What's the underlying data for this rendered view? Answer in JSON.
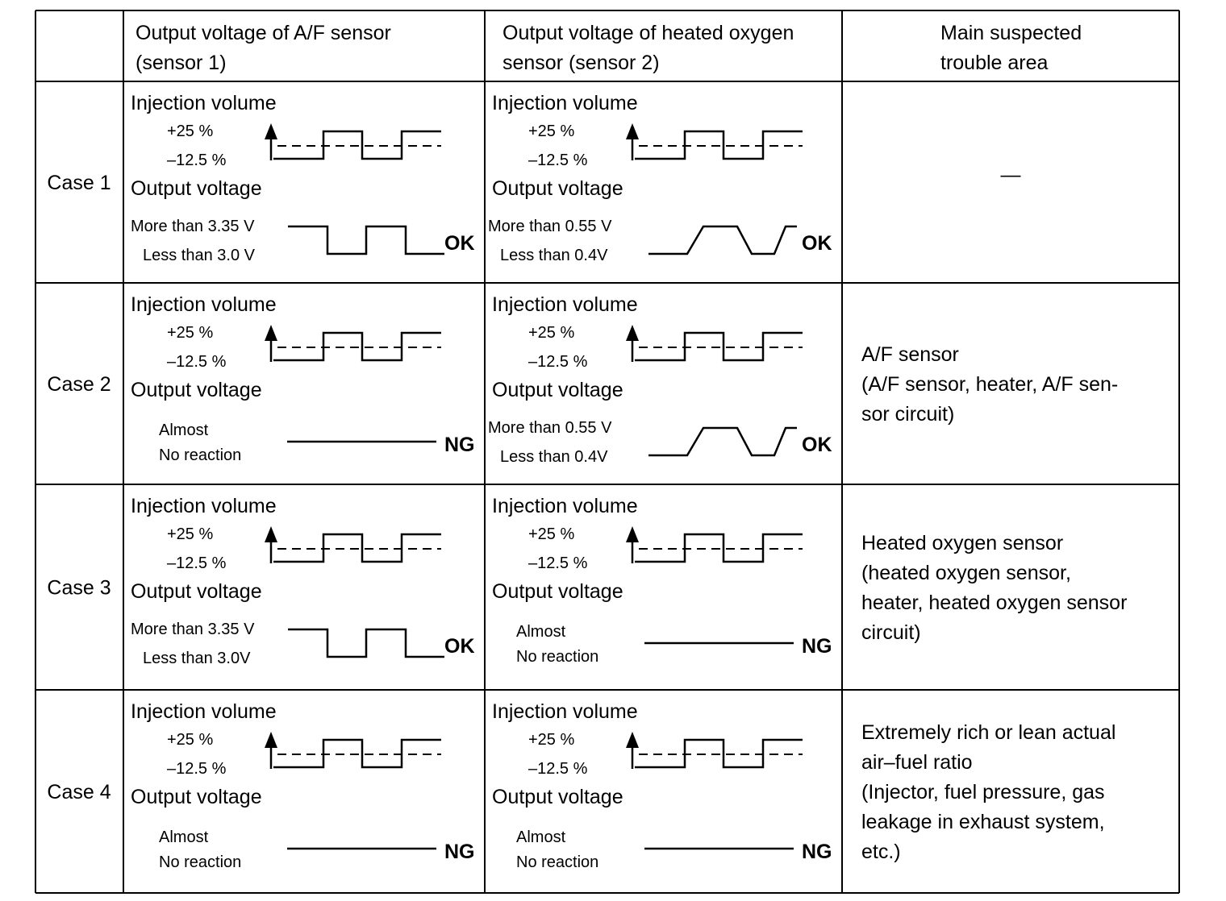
{
  "header": {
    "col1": "",
    "col2_lines": [
      "Output voltage of A/F sensor",
      "(sensor 1)"
    ],
    "col3_lines": [
      "Output voltage of heated oxygen",
      "sensor (sensor 2)"
    ],
    "col4_lines": [
      "Main suspected",
      "trouble area"
    ]
  },
  "labels": {
    "injection_volume": "Injection volume",
    "output_voltage": "Output voltage",
    "plus": "+25 %",
    "minus": "–12.5 %"
  },
  "rows": [
    {
      "case": "Case 1",
      "af": {
        "status": "OK",
        "pattern": "square",
        "top": "More than 3.35 V",
        "bottom": "Less than 3.0 V"
      },
      "ho": {
        "status": "OK",
        "pattern": "trapezoid",
        "top": "More than 0.55 V",
        "bottom": "Less than 0.4V"
      },
      "area_lines": [
        "—"
      ]
    },
    {
      "case": "Case 2",
      "af": {
        "status": "NG",
        "pattern": "flat",
        "top": "Almost",
        "bottom": "No reaction"
      },
      "ho": {
        "status": "OK",
        "pattern": "trapezoid",
        "top": "More than 0.55 V",
        "bottom": "Less than 0.4V"
      },
      "area_lines": [
        "A/F sensor",
        "(A/F  sensor,  heater,  A/F  sen-",
        "sor circuit)"
      ]
    },
    {
      "case": "Case 3",
      "af": {
        "status": "OK",
        "pattern": "square",
        "top": "More than 3.35 V",
        "bottom": "Less than 3.0V"
      },
      "ho": {
        "status": "NG",
        "pattern": "flat",
        "top": "Almost",
        "bottom": "No reaction"
      },
      "area_lines": [
        "Heated oxygen sensor",
        "(heated oxygen sensor,",
        "heater, heated oxygen sensor",
        "circuit)"
      ]
    },
    {
      "case": "Case 4",
      "af": {
        "status": "NG",
        "pattern": "flat",
        "top": "Almost",
        "bottom": "No reaction"
      },
      "ho": {
        "status": "NG",
        "pattern": "flat",
        "top": "Almost",
        "bottom": "No reaction"
      },
      "area_lines": [
        "Extremely  rich  or  lean  actual",
        "air–fuel ratio",
        "(Injector,  fuel  pressure,  gas",
        "leakage  in  exhaust  system,",
        "etc.)"
      ]
    }
  ]
}
